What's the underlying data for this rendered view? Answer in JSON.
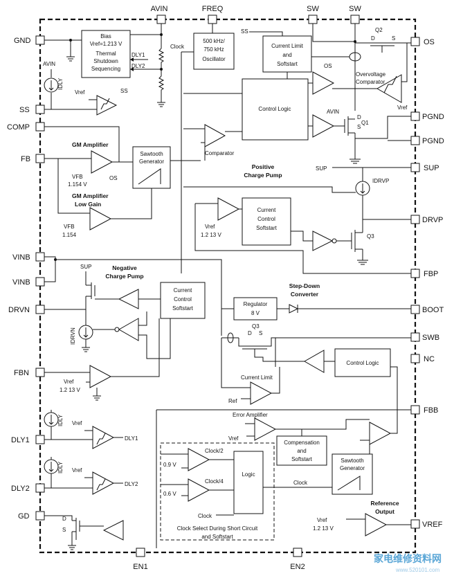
{
  "pins": {
    "avin": "AVIN",
    "freq": "FREQ",
    "sw1": "SW",
    "sw2": "SW",
    "gnd": "GND",
    "ss": "SS",
    "comp": "COMP",
    "fb": "FB",
    "vinb1": "VINB",
    "vinb2": "VINB",
    "drvn": "DRVN",
    "fbn": "FBN",
    "dly1": "DLY1",
    "dly2": "DLY2",
    "gd": "GD",
    "os": "OS",
    "pgnd1": "PGND",
    "pgnd2": "PGND",
    "sup": "SUP",
    "drvp": "DRVP",
    "fbp": "FBP",
    "boot": "BOOT",
    "swb": "SWB",
    "nc": "NC",
    "fbb": "FBB",
    "vref": "VREF",
    "en1": "EN1",
    "en2": "EN2"
  },
  "blocks": {
    "bias": [
      "Bias",
      "Vref=1.213 V",
      "Thermal",
      "Shutdown",
      "Sequencing"
    ],
    "oscillator": [
      "500 kHz/",
      "750 kHz",
      "Oscillator"
    ],
    "current_limit_top": [
      "Current Limit",
      "and",
      "Softstart"
    ],
    "control_logic_main": "Control Logic",
    "sawtooth_generator_top": [
      "Sawtooth",
      "Generator"
    ],
    "current_control_pos": [
      "Current",
      "Control",
      "Softstart"
    ],
    "current_control_neg": [
      "Current",
      "Control",
      "Softstart"
    ],
    "regulator": [
      "Regulator",
      "8 V"
    ],
    "control_logic_buck": "Control Logic",
    "compensation": [
      "Compensation",
      "and",
      "Softstart"
    ],
    "sawtooth_generator_bottom": [
      "Sawtooth",
      "Generator"
    ],
    "logic": "Logic"
  },
  "labels": {
    "clock_top": "Clock",
    "dly1_int": "DLY1",
    "dly2_int": "DLY2",
    "ss_int": "SS",
    "avin_src": "AVIN",
    "idly_src": "IDLY",
    "vref_ss": "Vref",
    "ss_out": "SS",
    "gm_amp": "GM Amplifier",
    "vfb_a": "VFB",
    "vfb_a_val": "1.154 V",
    "os_int": "OS",
    "gm_amp_low": "GM Amplifier",
    "gm_amp_low2": "Low Gain",
    "vfb_b": "VFB",
    "vfb_b_val": "1.154",
    "comparator": "Comparator",
    "q2": "Q2",
    "q2_d": "D",
    "q2_s": "S",
    "ovp": "Overvoltage",
    "ovp2": "Comparator",
    "os_ovp": "OS",
    "vref_ovp": "Vref",
    "avin_q1": "AVIN",
    "q1": "Q1",
    "q1_d": "D",
    "q1_s": "S",
    "pos_cp": "Positive",
    "pos_cp2": "Charge Pump",
    "sup_int": "SUP",
    "idrvp": "IDRVP",
    "vref_pos": "Vref",
    "vref_pos_val": "1.2 13 V",
    "q3_top": "Q3",
    "neg_cp": "Negative",
    "neg_cp2": "Charge Pump",
    "sup_neg": "SUP",
    "idrvn": "IDRVN",
    "vref_fbn": "Vref",
    "vref_fbn_val": "1.2 13 V",
    "step_down": "Step-Down",
    "step_down2": "Converter",
    "q3_buck": "Q3",
    "q3b_d": "D",
    "q3b_s": "S",
    "current_limit": "Current Limit",
    "ref": "Ref",
    "error_amp": "Error Amplifier",
    "vref_err": "Vref",
    "idly1": "IDLY",
    "vref_d1": "Vref",
    "dly1_out": "DLY1",
    "idly2": "IDLY",
    "vref_d2": "Vref",
    "dly2_out": "DLY2",
    "clock_div2": "Clock/2",
    "clock_div4": "Clock/4",
    "v09": "0.9 V",
    "v06": "0.6 V",
    "clock_sel_in": "Clock",
    "clock_select": "Clock Select During Short Circuit",
    "clock_select2": "and Softstart",
    "clock_bottom": "Clock",
    "gd_d": "D",
    "gd_s": "S",
    "ref_out": "Reference",
    "ref_out2": "Output",
    "vref_ro": "Vref",
    "vref_ro_val": "1.2 13 V"
  },
  "watermark": {
    "brand": "家电维修资料网",
    "url": "www.520101.com"
  }
}
